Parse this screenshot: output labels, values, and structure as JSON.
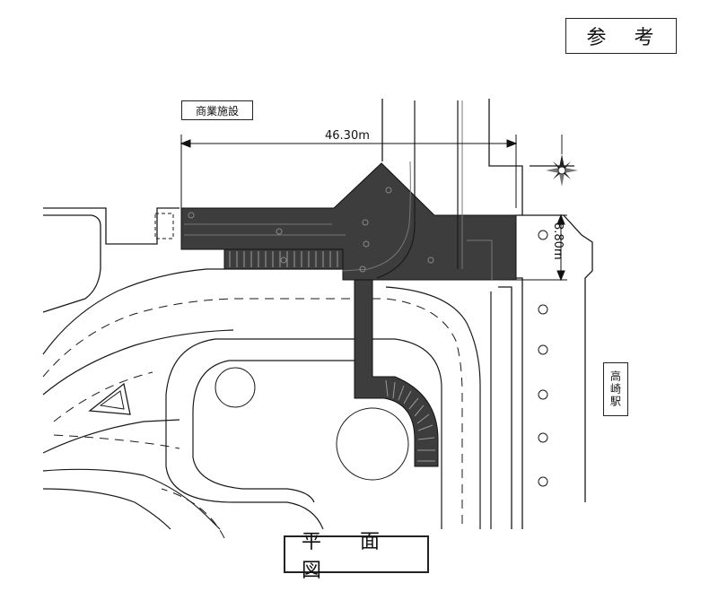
{
  "labels": {
    "reference": "参 考",
    "title": "平 面 図",
    "commercial_facility": "商業施設",
    "station": "高崎駅",
    "width_dimension": "46.30m",
    "depth_dimension": "8.80m"
  },
  "colors": {
    "deck_fill": "#3d3d3d",
    "line": "#1a1a1a",
    "background": "#ffffff"
  },
  "icons": {
    "north_arrow": "compass-rose-icon"
  }
}
